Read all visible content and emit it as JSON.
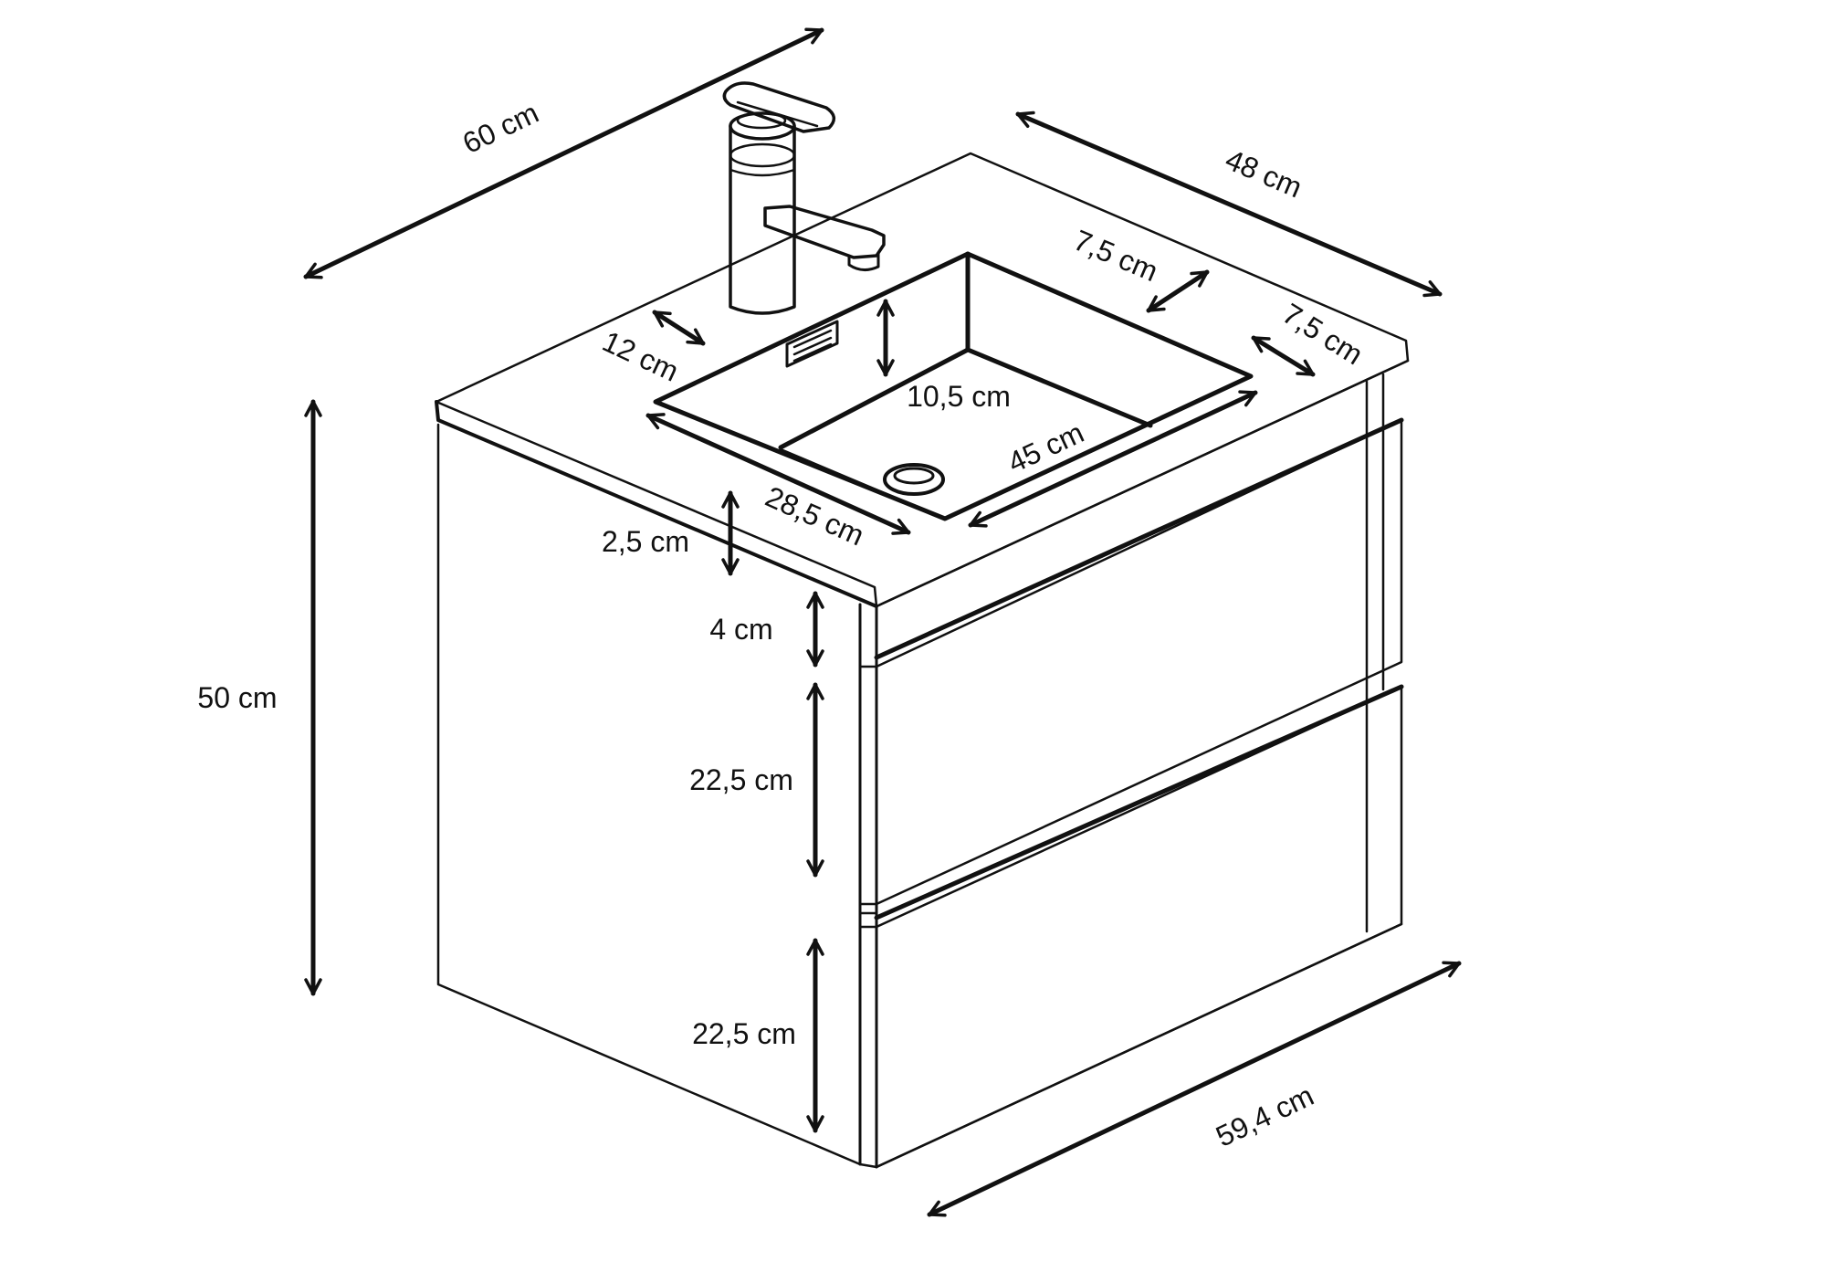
{
  "dimensions": {
    "width_top": "60 cm",
    "depth_top": "48 cm",
    "height_total": "50 cm",
    "width_bottom": "59,4 cm",
    "basin_front_margin": "12 cm",
    "basin_back_margin": "7,5 cm",
    "basin_side_margin": "7,5 cm",
    "basin_depth_inner": "10,5 cm",
    "basin_width": "45 cm",
    "basin_length": "28,5 cm",
    "top_thickness": "2,5 cm",
    "gap_height": "4 cm",
    "drawer_upper": "22,5 cm",
    "drawer_lower": "22,5 cm"
  },
  "colors": {
    "line": "#111111",
    "background": "#ffffff"
  }
}
